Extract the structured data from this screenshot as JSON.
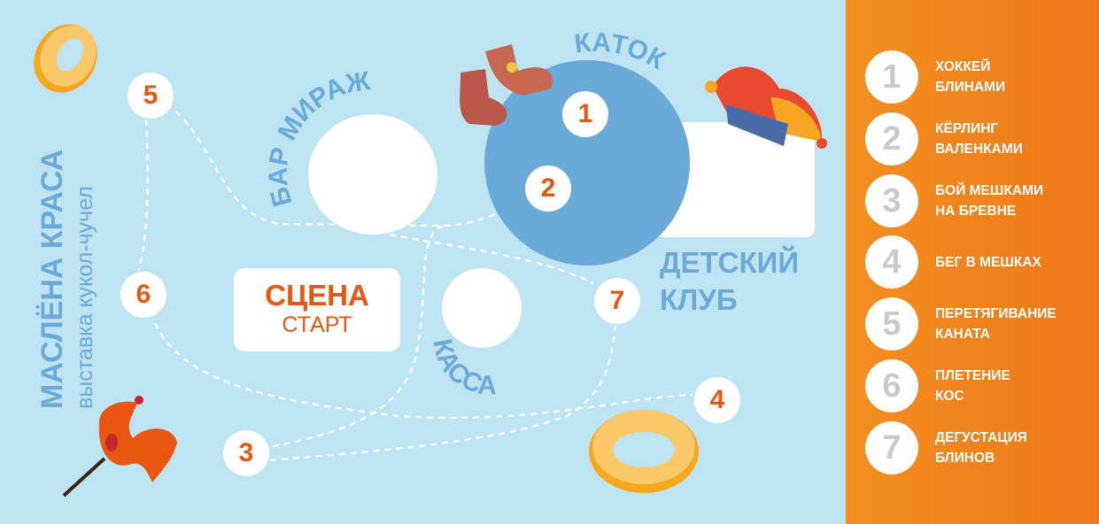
{
  "map": {
    "title": "МАСЛЁНА КРАСА",
    "subtitle": "выставка кукол-чучел",
    "venues": {
      "bar": "БАР МИРАЖ",
      "rink": "КАТОК",
      "cashier": "КАССА",
      "kids_club_line1": "ДЕТСКИЙ",
      "kids_club_line2": "КЛУБ",
      "stage_line1": "СЦЕНА",
      "stage_line2": "СТАРТ"
    },
    "markers": [
      "1",
      "2",
      "3",
      "4",
      "5",
      "6",
      "7"
    ],
    "colors": {
      "background": "#bee3f2",
      "venue_text": "#6aaad8",
      "rink": "#6aaad8",
      "accent": "#e8560f",
      "panel": "#f08320"
    }
  },
  "legend": [
    {
      "number": "1",
      "line1": "ХОККЕЙ",
      "line2": "БЛИНАМИ"
    },
    {
      "number": "2",
      "line1": "КЁРЛИНГ",
      "line2": "ВАЛЕНКАМИ"
    },
    {
      "number": "3",
      "line1": "БОЙ МЕШКАМИ",
      "line2": "НА БРЕВНЕ"
    },
    {
      "number": "4",
      "line1": "БЕГ В МЕШКАХ",
      "line2": ""
    },
    {
      "number": "5",
      "line1": "ПЕРЕТЯГИВАНИЕ",
      "line2": "КАНАТА"
    },
    {
      "number": "6",
      "line1": "ПЛЕТЕНИЕ",
      "line2": "КОС"
    },
    {
      "number": "7",
      "line1": "ДЕГУСТАЦИЯ",
      "line2": "БЛИНОВ"
    }
  ]
}
